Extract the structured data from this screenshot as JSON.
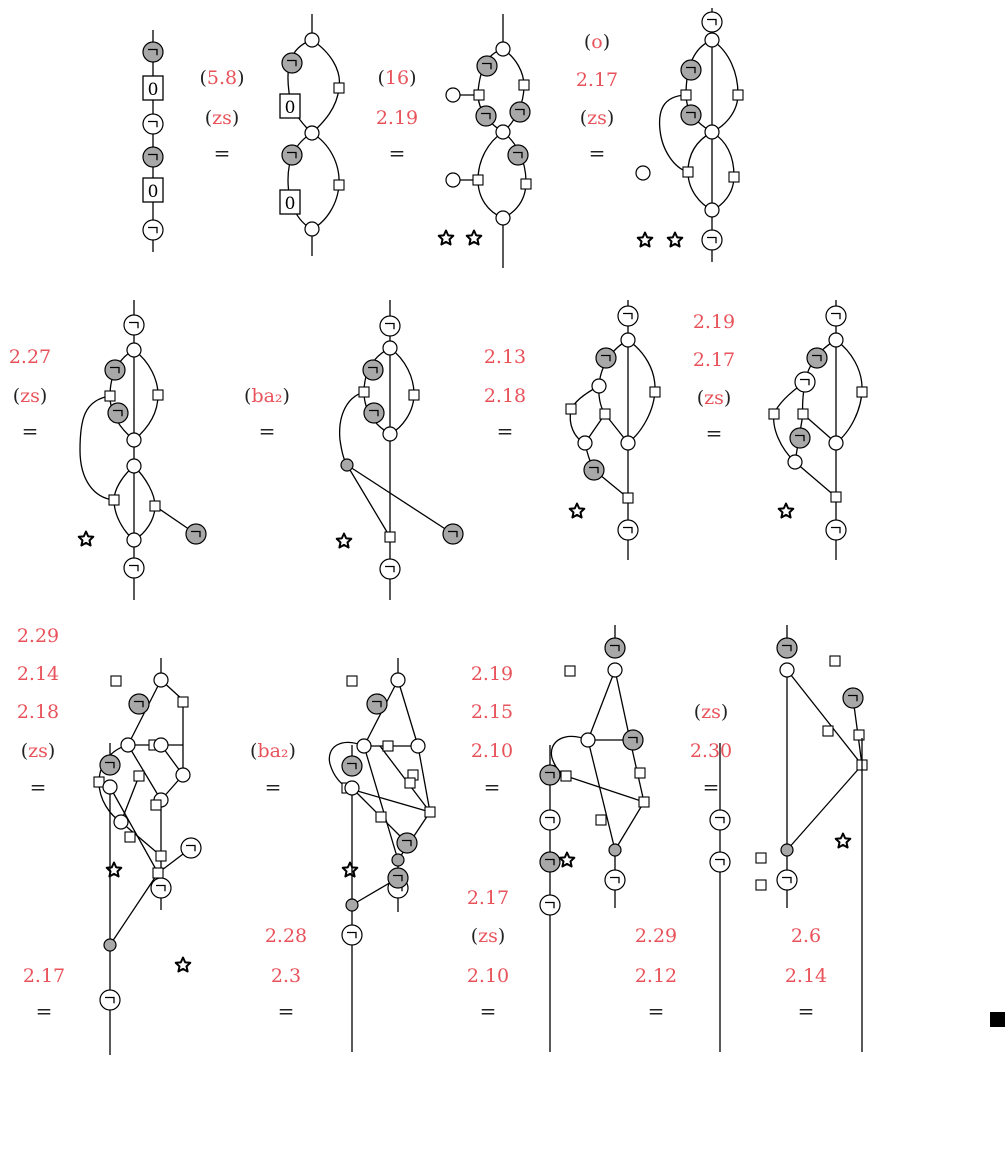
{
  "steps": [
    {
      "refs": [
        "(5.8)",
        "(zs)"
      ],
      "rel": "="
    },
    {
      "refs": [
        "(16)",
        "2.19"
      ],
      "rel": "="
    },
    {
      "refs": [
        "(o)",
        "2.17",
        "(zs)"
      ],
      "rel": "="
    },
    {
      "refs": [
        "2.27",
        "(zs)"
      ],
      "rel": "="
    },
    {
      "refs": [
        "(ba₂)"
      ],
      "rel": "="
    },
    {
      "refs": [
        "2.13",
        "2.18"
      ],
      "rel": "="
    },
    {
      "refs": [
        "2.19",
        "2.17",
        "(zs)"
      ],
      "rel": "="
    },
    {
      "refs": [
        "2.29",
        "2.14",
        "2.18",
        "(zs)"
      ],
      "rel": "="
    },
    {
      "refs": [
        "(ba₂)"
      ],
      "rel": "="
    },
    {
      "refs": [
        "2.19",
        "2.15",
        "2.10"
      ],
      "rel": "="
    },
    {
      "refs": [
        "(zs)",
        "2.30"
      ],
      "rel": "="
    },
    {
      "refs": [
        "2.17"
      ],
      "rel": "="
    },
    {
      "refs": [
        "2.28",
        "2.3"
      ],
      "rel": "="
    },
    {
      "refs": [
        "2.17",
        "(zs)",
        "2.10"
      ],
      "rel": "="
    },
    {
      "refs": [
        "2.29",
        "2.12"
      ],
      "rel": "="
    },
    {
      "refs": [
        "2.6",
        "2.14"
      ],
      "rel": "="
    }
  ],
  "box_label": "0",
  "colors": {
    "label": "#e8525a",
    "gray_node": "#a8a8a8",
    "line": "#000000"
  },
  "qed_icon": "qed-square-icon",
  "star_icon": "star-icon",
  "not_icon": "negation-icon"
}
